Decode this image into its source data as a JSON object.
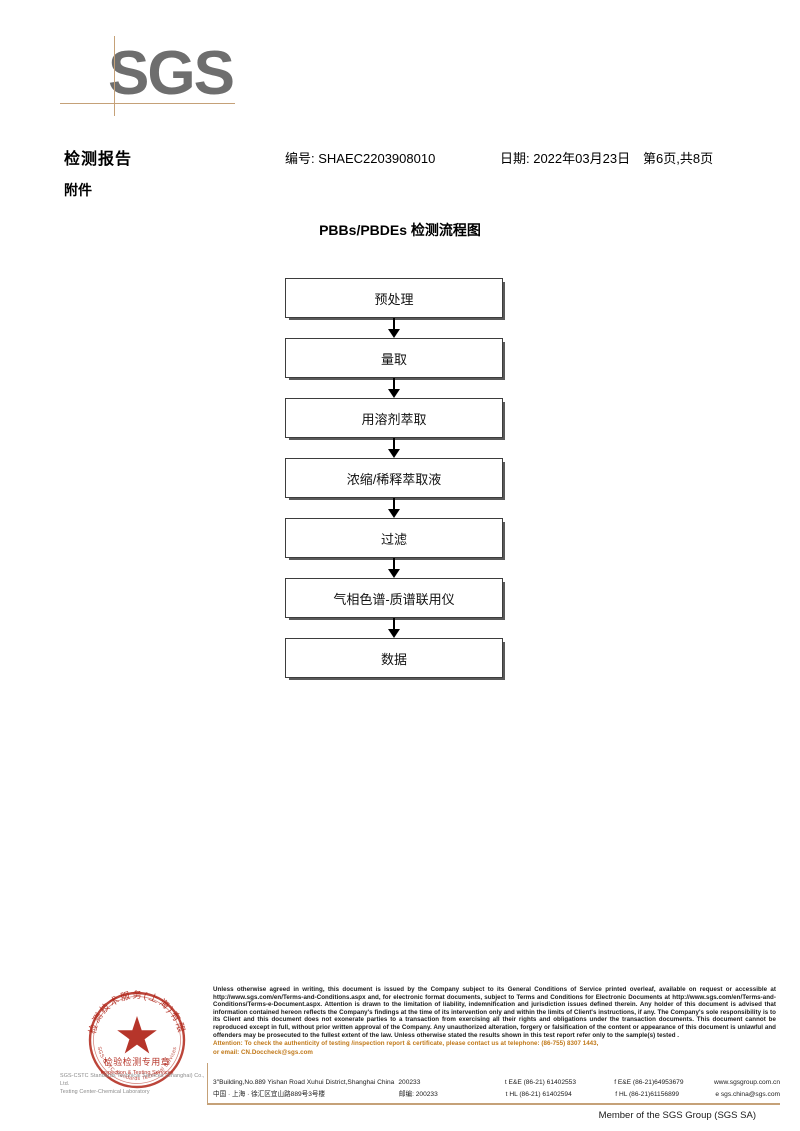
{
  "logo": {
    "brand": "SGS"
  },
  "header": {
    "title": "检测报告",
    "attachment_label": "附件",
    "report_no": "编号: SHAEC2203908010",
    "date": "日期: 2022年03月23日",
    "pagination": "第6页,共8页"
  },
  "flow": {
    "title": "PBBs/PBDEs 检测流程图",
    "nodes": [
      {
        "label": "预处理"
      },
      {
        "label": "量取"
      },
      {
        "label": "用溶剂萃取"
      },
      {
        "label": "浓缩/稀释萃取液"
      },
      {
        "label": "过滤"
      },
      {
        "label": "气相色谱-质谱联用仪"
      },
      {
        "label": "数据"
      }
    ]
  },
  "seal": {
    "outer_text_cn": "检验检测技术服务(上海)有限公司",
    "center_text_cn": "检验检测专用章",
    "center_text_en": "Inspection & Testing Services",
    "color": "#b02418"
  },
  "seal_caption": {
    "line1": "SGS-CSTC Standards Technical Services (Shanghai) Co., Ltd.",
    "line2": "Testing Center-Chemical Laboratory"
  },
  "legal": {
    "paragraph": "Unless otherwise agreed in writing, this document is issued by the Company subject to its General Conditions of Service printed overleaf, available on request or accessible at http://www.sgs.com/en/Terms-and-Conditions.aspx and, for electronic format documents, subject to Terms and Conditions for Electronic Documents at http://www.sgs.com/en/Terms-and-Conditions/Terms-e-Document.aspx. Attention is drawn to the limitation of liability, indemnification and jurisdiction issues defined therein. Any holder of this document is advised that information contained hereon reflects the Company's findings at the time of its intervention only and within the limits of Client's instructions, if any. The Company's sole responsibility is to its Client and this document does not exonerate parties to a transaction from exercising all their rights and obligations under the transaction documents. This document cannot be reproduced except in full, without prior written approval of the Company. Any unauthorized alteration, forgery or falsification of the content or appearance of this document is unlawful and offenders may be prosecuted to the fullest extent of the law. Unless otherwise stated the results shown in this test report refer only to the sample(s) tested .",
    "attention_line1": "Attention: To check the authenticity of testing /inspection report & certificate, please contact us at telephone: (86-755) 8307 1443,",
    "attention_line2": "or email: CN.Doccheck@sgs.com",
    "attention_color": "#c07818"
  },
  "address": {
    "en": {
      "street": "3′′Building,No.889 Yishan Road Xuhui District,Shanghai China",
      "postcode": "200233",
      "phone": "t E&E (86-21) 61402553",
      "fax": "f E&E (86-21)64953679",
      "web": "www.sgsgroup.com.cn"
    },
    "cn": {
      "street": "中国 · 上海 · 徐汇区宜山路889号3号楼",
      "postcode_label": "邮编:",
      "postcode": "200233",
      "phone": "t HL (86-21) 61402594",
      "fax": "f HL (86-21)61156899",
      "email": "e sgs.china@sgs.com"
    }
  },
  "footer": {
    "member_line": "Member of the SGS Group (SGS SA)"
  }
}
